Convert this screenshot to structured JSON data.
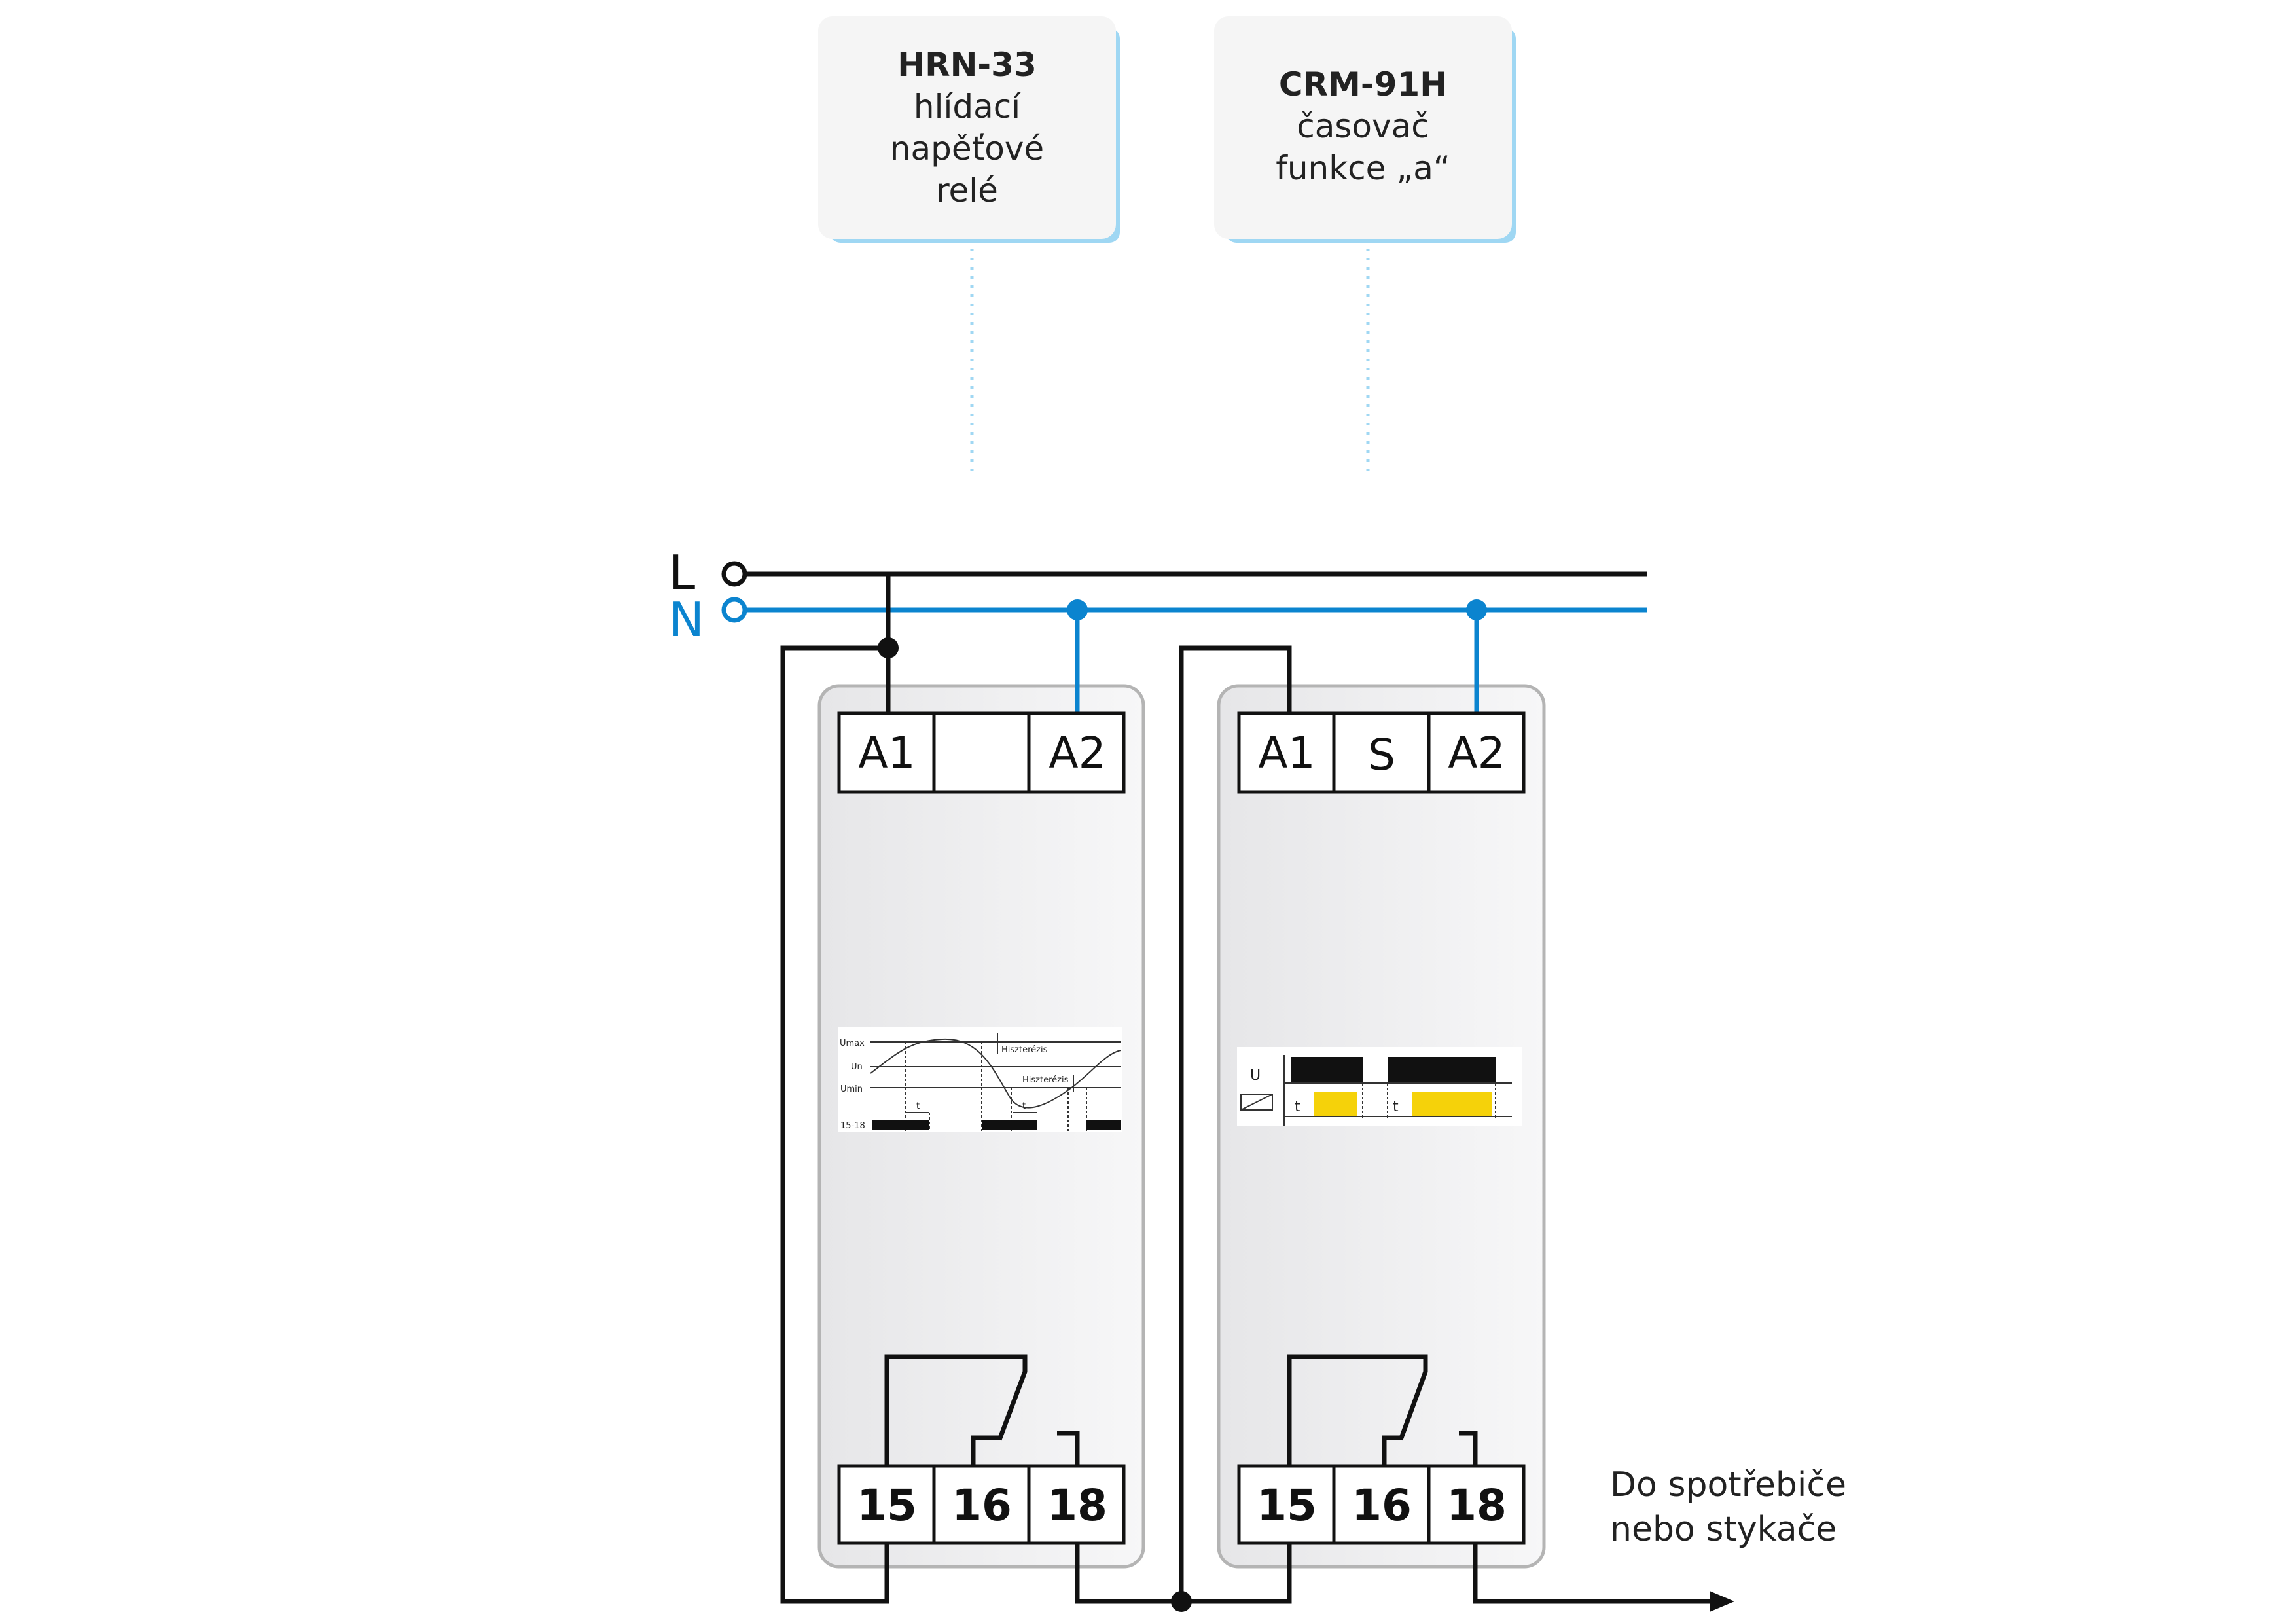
{
  "devices": [
    {
      "model": "HRN-33",
      "description_lines": [
        "hlídací",
        "napěťové",
        "relé"
      ],
      "top_terminals": [
        "A1",
        "",
        "A2"
      ],
      "bottom_terminals": [
        "15",
        "16",
        "18"
      ],
      "diagram_labels": {
        "umax": "Umax",
        "un": "Un",
        "umin": "Umin",
        "hyst": "Hiszterézis",
        "t": "t",
        "output": "15-18"
      }
    },
    {
      "model": "CRM-91H",
      "description_lines": [
        "časovač",
        "funkce „a“"
      ],
      "top_terminals": [
        "A1",
        "S",
        "A2"
      ],
      "bottom_terminals": [
        "15",
        "16",
        "18"
      ],
      "diagram_labels": {
        "u": "U",
        "t": "t"
      }
    }
  ],
  "lines": {
    "l": "L",
    "n": "N"
  },
  "output_note": [
    "Do spotřebiče",
    "nebo stykače"
  ],
  "colors": {
    "n_wire": "#0b84cf",
    "callout_shadow": "#9fd7f3",
    "timer_fill": "#f5d20a"
  }
}
